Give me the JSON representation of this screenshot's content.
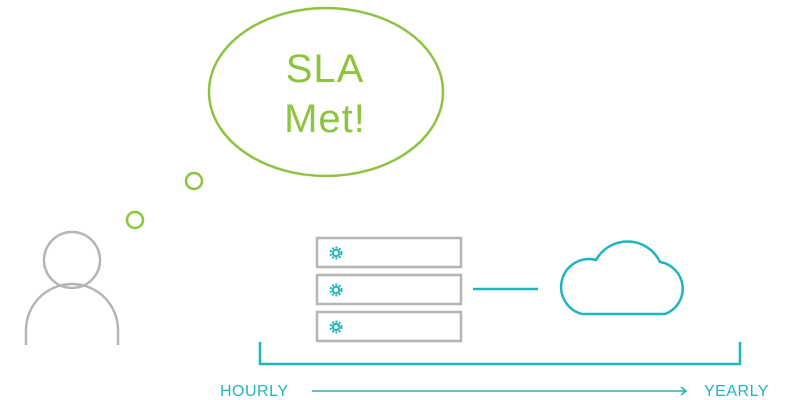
{
  "colors": {
    "green": "#8cc43f",
    "teal": "#1fb5bd",
    "gray": "#b5b5b5"
  },
  "bubble": {
    "line1": "SLA",
    "line2": "Met!"
  },
  "axis": {
    "start_label": "HOURLY",
    "end_label": "YEARLY"
  },
  "icons": {
    "person": "person-icon",
    "server": "server-stack-icon",
    "cloud": "cloud-icon",
    "gear": "gear-icon"
  }
}
